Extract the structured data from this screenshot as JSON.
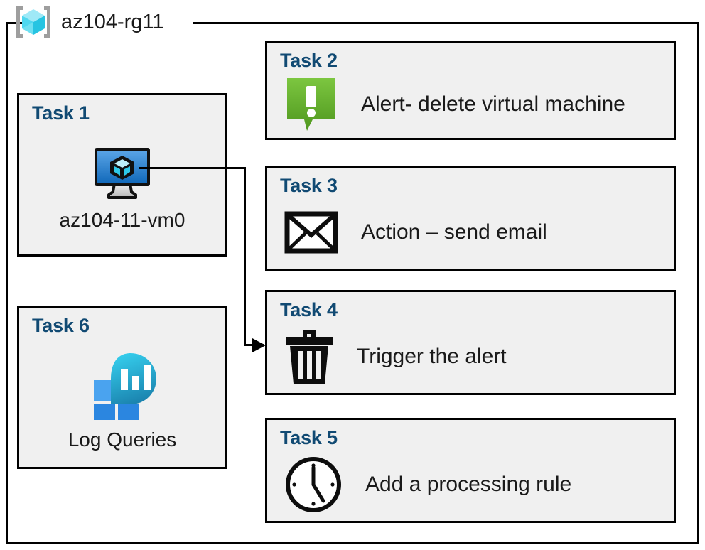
{
  "diagram": {
    "type": "azure-architecture-diagram",
    "resource_group": {
      "name": "az104-rg11",
      "icon": "resource-group-icon"
    },
    "colors": {
      "task_title": "#114a73",
      "card_background": "#f0f0f0",
      "card_border": "#000000",
      "canvas_background": "#ffffff",
      "alert_green_light": "#7ac143",
      "alert_green_dark": "#4e9a1f",
      "vm_blue_light": "#5aa7e8",
      "vm_blue_dark": "#0f6cbd",
      "log_cyan": "#32c5e6",
      "log_teal": "#1a8fb5",
      "log_blue": "#2b8ce0",
      "connector": "#000000"
    },
    "cards": [
      {
        "id": "task1",
        "title": "Task 1",
        "icon": "virtual-machine-icon",
        "caption": "az104-11-vm0",
        "layout": "vertical"
      },
      {
        "id": "task2",
        "title": "Task 2",
        "icon": "alert-exclamation-icon",
        "label": "Alert- delete virtual machine",
        "layout": "horizontal"
      },
      {
        "id": "task3",
        "title": "Task 3",
        "icon": "envelope-icon",
        "label": "Action – send email",
        "layout": "horizontal"
      },
      {
        "id": "task4",
        "title": "Task 4",
        "icon": "trash-bin-icon",
        "label": "Trigger the alert",
        "layout": "horizontal"
      },
      {
        "id": "task5",
        "title": "Task 5",
        "icon": "clock-icon",
        "label": "Add a processing rule",
        "layout": "horizontal"
      },
      {
        "id": "task6",
        "title": "Task 6",
        "icon": "log-analytics-icon",
        "caption": "Log Queries",
        "layout": "vertical"
      }
    ],
    "connectors": [
      {
        "id": "vm-to-task4",
        "from": "task1",
        "to": "task4",
        "style": "orthogonal-arrow"
      }
    ]
  }
}
